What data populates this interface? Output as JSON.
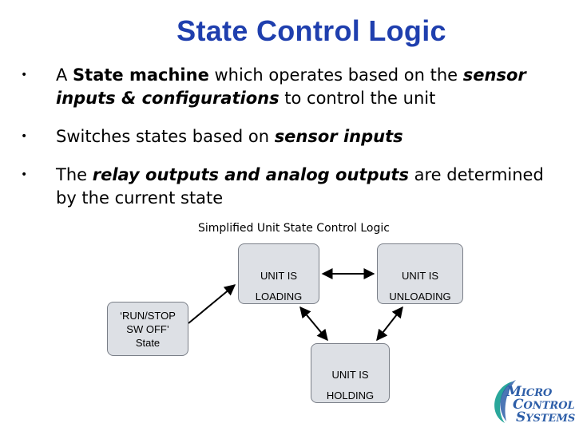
{
  "title": "State Control Logic",
  "bullets": [
    {
      "symbol": "•",
      "parts": [
        "A ",
        "State machine",
        " which operates based on the ",
        "sensor inputs & configurations",
        " to control the unit"
      ]
    },
    {
      "symbol": "•",
      "parts": [
        "Switches states based on ",
        "sensor inputs"
      ]
    },
    {
      "symbol": "•",
      "parts": [
        "The ",
        "relay outputs and analog outputs",
        " are determined by the current state"
      ]
    }
  ],
  "diagram": {
    "caption": "Simplified Unit State Control Logic",
    "states": {
      "loading": {
        "line1": "UNIT IS",
        "line2": "LOADING"
      },
      "unloading": {
        "line1": "UNIT IS",
        "line2": "UNLOADING"
      },
      "runstop": {
        "line1": "‘RUN/STOP",
        "line2": "SW OFF’",
        "line3": "State"
      },
      "holding": {
        "line1": "UNIT IS",
        "line2": "HOLDING"
      }
    }
  },
  "logo": {
    "line1_initial": "M",
    "line1_rest": "ICRO",
    "line2_initial": "C",
    "line2_rest": "ONTROL",
    "line3_initial": "S",
    "line3_rest": "YSTEMS"
  },
  "colors": {
    "title": "#1f3fae",
    "state_fill": "#dde0e5",
    "logo_blue": "#2d5ea8",
    "logo_green": "#2aa79b"
  }
}
